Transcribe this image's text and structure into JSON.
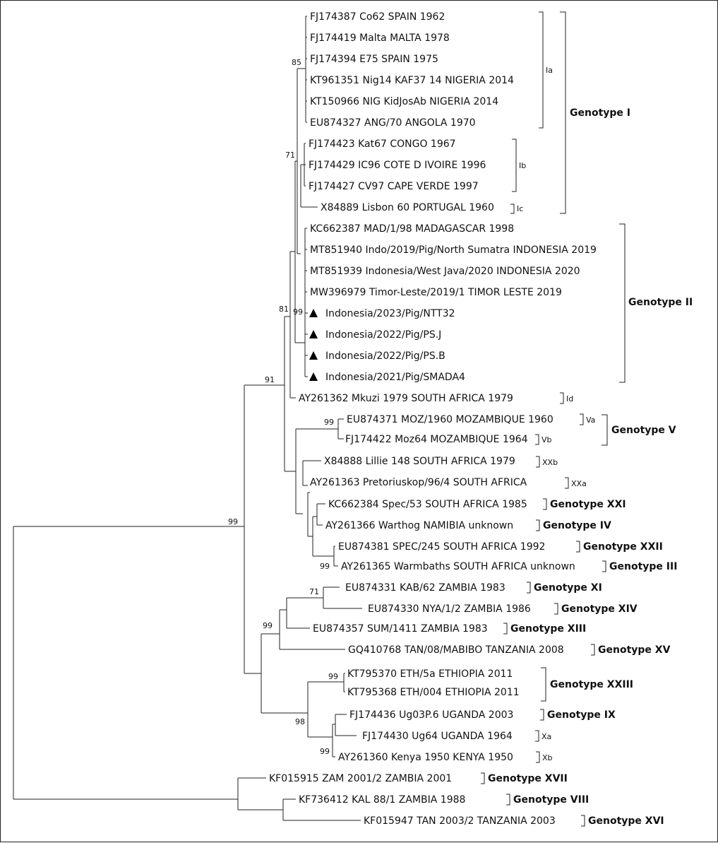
{
  "leaves": [
    {
      "label": "FJ174387 Co62 SPAIN 1962"
    },
    {
      "label": "FJ174419 Malta MALTA 1978"
    },
    {
      "label": "FJ174394 E75 SPAIN 1975"
    },
    {
      "label": "KT961351 Nig14 KAF37 14 NIGERIA 2014"
    },
    {
      "label": "KT150966 NIG KidJosAb NIGERIA 2014"
    },
    {
      "label": "EU874327 ANG/70 ANGOLA 1970"
    },
    {
      "label": "FJ174423 Kat67 CONGO 1967"
    },
    {
      "label": "FJ174429 IC96 COTE D IVOIRE 1996"
    },
    {
      "label": "FJ174427 CV97 CAPE VERDE 1997"
    },
    {
      "label": "X84889 Lisbon 60 PORTUGAL 1960"
    },
    {
      "label": "KC662387 MAD/1/98 MADAGASCAR 1998"
    },
    {
      "label": "MT851940 Indo/2019/Pig/North Sumatra INDONESIA 2019"
    },
    {
      "label": "MT851939 Indonesia/West Java/2020 INDONESIA 2020"
    },
    {
      "label": "MW396979 Timor-Leste/2019/1 TIMOR LESTE 2019"
    },
    {
      "label": "Indonesia/2023/Pig/NTT32",
      "marker": "triangle"
    },
    {
      "label": "Indonesia/2022/Pig/PS.J",
      "marker": "triangle"
    },
    {
      "label": "Indonesia/2022/Pig/PS.B",
      "marker": "triangle"
    },
    {
      "label": "Indonesia/2021/Pig/SMADA4",
      "marker": "triangle"
    },
    {
      "label": "AY261362 Mkuzi 1979 SOUTH AFRICA 1979"
    },
    {
      "label": "EU874371 MOZ/1960 MOZAMBIQUE 1960"
    },
    {
      "label": "FJ174422 Moz64 MOZAMBIQUE 1964"
    },
    {
      "label": "X84888 Lillie 148 SOUTH AFRICA 1979"
    },
    {
      "label": "AY261363 Pretoriuskop/96/4 SOUTH AFRICA"
    },
    {
      "label": "KC662384 Spec/53 SOUTH AFRICA 1985"
    },
    {
      "label": "AY261366 Warthog NAMIBIA unknown"
    },
    {
      "label": "EU874381 SPEC/245 SOUTH AFRICA 1992"
    },
    {
      "label": "AY261365 Warmbaths SOUTH AFRICA unknown"
    },
    {
      "label": "EU874331 KAB/62 ZAMBIA 1983"
    },
    {
      "label": "EU874330 NYA/1/2 ZAMBIA 1986"
    },
    {
      "label": "EU874357 SUM/1411 ZAMBIA 1983"
    },
    {
      "label": "GQ410768 TAN/08/MABIBO TANZANIA 2008"
    },
    {
      "label": "KT795370 ETH/5a ETHIOPIA 2011"
    },
    {
      "label": "KT795368 ETH/004 ETHIOPIA 2011"
    },
    {
      "label": "FJ174436 Ug03P.6 UGANDA 2003"
    },
    {
      "label": "FJ174430 Ug64 UGANDA 1964"
    },
    {
      "label": "AY261360 Kenya 1950 KENYA 1950"
    },
    {
      "label": "KF015915 ZAM 2001/2 ZAMBIA 2001"
    },
    {
      "label": "KF736412 KAL 88/1 ZAMBIA 1988"
    },
    {
      "label": "KF015947 TAN 2003/2 TANZANIA 2003"
    }
  ],
  "bootstrap": [
    "85",
    "71",
    "81",
    "99",
    "91",
    "99",
    "99",
    "99",
    "71",
    "99",
    "99",
    "98",
    "99"
  ],
  "subgroups": [
    "Ia",
    "Ib",
    "Ic",
    "Id",
    "Va",
    "Vb",
    "XXb",
    "XXa",
    "Xa",
    "Xb"
  ],
  "genotypes": [
    "Genotype I",
    "Genotype II",
    "Genotype V",
    "Genotype XXI",
    "Genotype IV",
    "Genotype XXII",
    "Genotype III",
    "Genotype XI",
    "Genotype XIV",
    "Genotype XIII",
    "Genotype XV",
    "Genotype XXIII",
    "Genotype IX",
    "Genotype XVII",
    "Genotype VIII",
    "Genotype XVI"
  ]
}
